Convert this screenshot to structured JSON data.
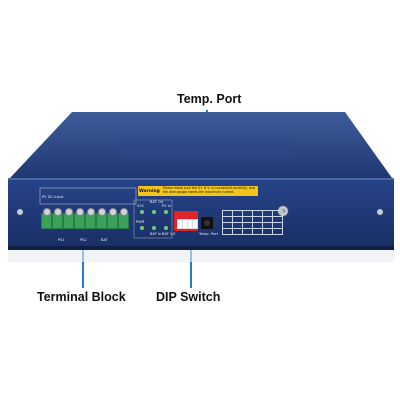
{
  "callouts": {
    "temp_port": "Temp. Port",
    "terminal_block": "Terminal Block",
    "dip_switch": "DIP Switch"
  },
  "panel": {
    "warning_label": "Warning",
    "warning_text": "Please make sure the V+ & V- is connected correctly, and the wire gauge meets the maximum current.",
    "dc_input_label": "PV DC Input",
    "ps1_label": "PS1",
    "ps2_label": "PS2",
    "bat_label": "BAT",
    "led_sys": "SYS",
    "led_bat_ov": "BAT OV",
    "led_pv_in": "PV In",
    "led_pwr": "PWR",
    "led_bat_in": "BAT In",
    "led_bat_vs": "BAT V.S",
    "temp_label": "Temp. Port"
  },
  "colors": {
    "callout_line": "#1f7fd0",
    "chassis": "#1f3873",
    "terminal_green": "#3aa15b",
    "dip_red": "#e0262a",
    "warning_yellow": "#f2c51a"
  }
}
